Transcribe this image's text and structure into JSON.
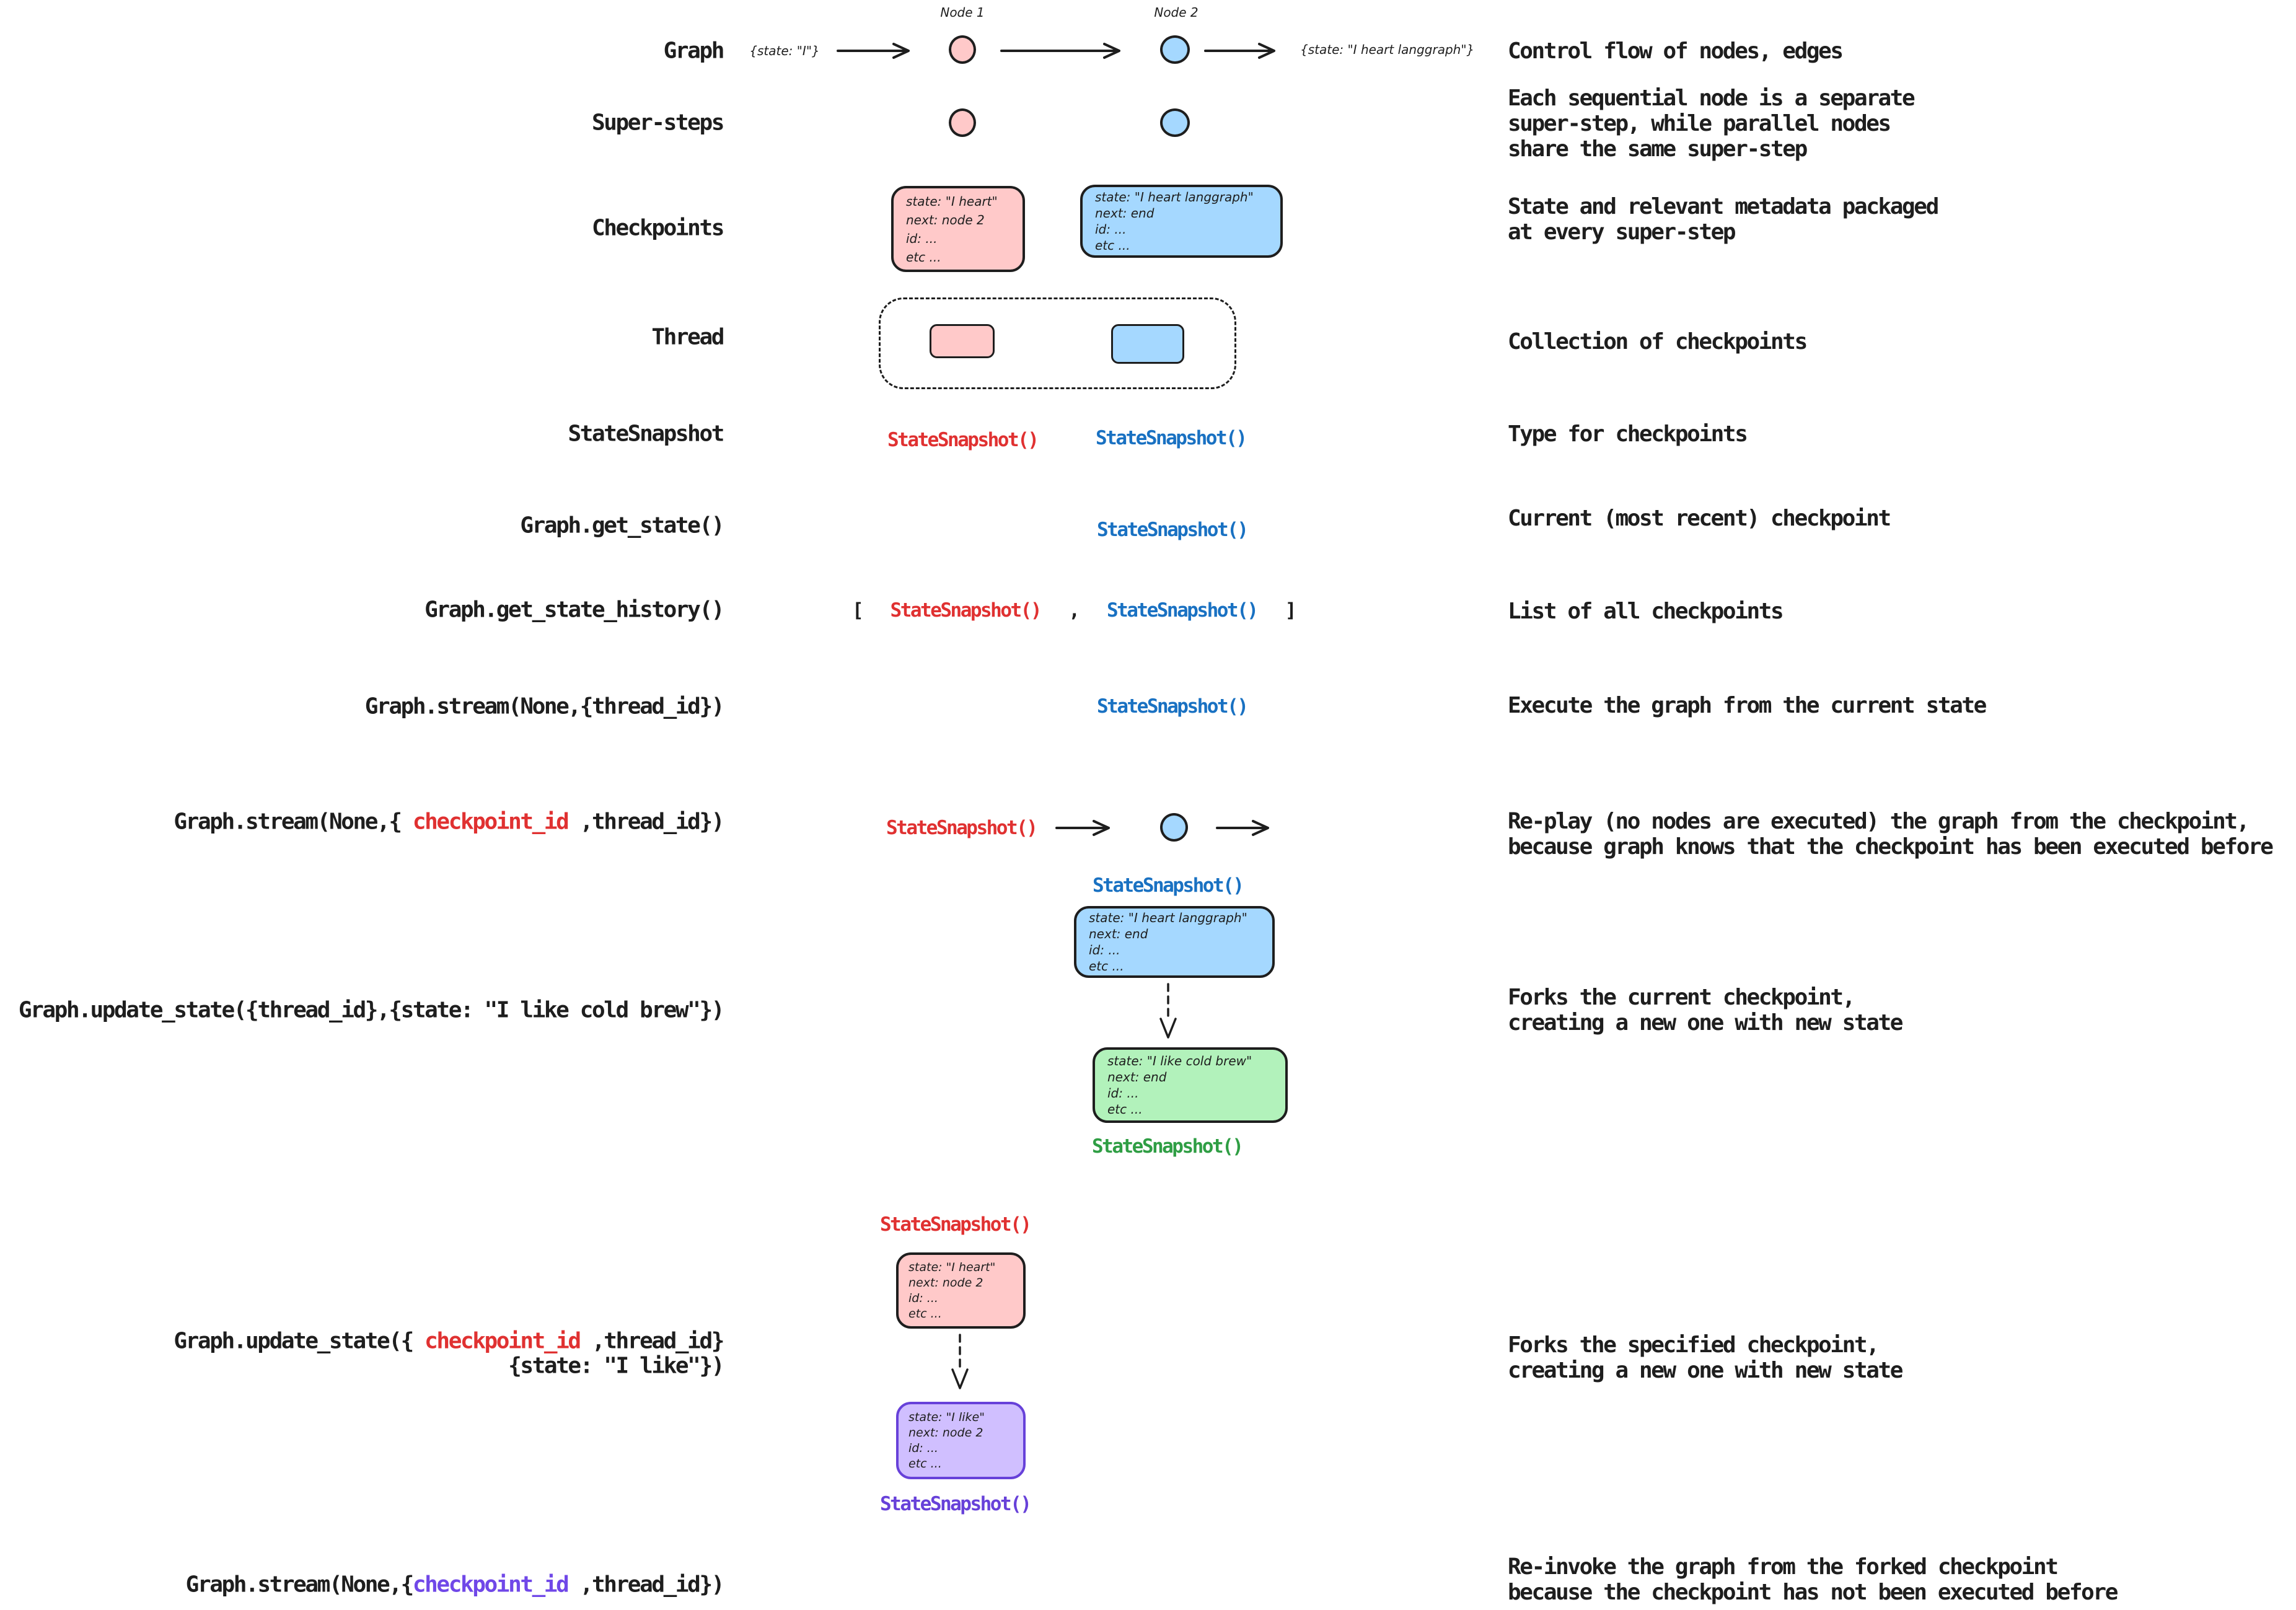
{
  "palette": {
    "ink": "#1e1e1e",
    "red": "#e03131",
    "blue": "#1971c2",
    "green": "#2f9e44",
    "violet": "#6741d9",
    "violet_bright": "#7048e8",
    "red_fill": "#ffc9c9",
    "blue_fill": "#a5d8ff",
    "green_fill": "#b2f2bb",
    "violet_fill": "#d0bfff"
  },
  "snippets": {
    "state_snapshot": "StateSnapshot()",
    "checkpoint_id": "checkpoint_id",
    "bracket_open": "[",
    "bracket_close": "]",
    "comma": ","
  },
  "flow": {
    "node1_label": "Node 1",
    "node2_label": "Node 2",
    "input_state": "{state: \"I\"}",
    "output_state": "{state: \"I heart langgraph\"}"
  },
  "cards": {
    "heart": {
      "lines": [
        "state: \"I heart\"",
        "next: node 2",
        "id: ...",
        "etc ..."
      ]
    },
    "heart_langgraph": {
      "lines": [
        "state: \"I heart langgraph\"",
        "next: end",
        "id: ...",
        "etc ..."
      ]
    },
    "cold_brew": {
      "lines": [
        "state: \"I like cold brew\"",
        "next: end",
        "id: ...",
        "etc ..."
      ]
    },
    "i_like": {
      "lines": [
        "state: \"I like\"",
        "next: node 2",
        "id: ...",
        "etc ..."
      ]
    }
  },
  "rows": [
    {
      "label": "Graph",
      "desc": [
        "Control flow of nodes, edges"
      ]
    },
    {
      "label": "Super-steps",
      "desc": [
        "Each sequential node is a separate",
        "super-step, while parallel nodes",
        "share the same super-step"
      ]
    },
    {
      "label": "Checkpoints",
      "desc": [
        "State and relevant metadata packaged",
        "at every super-step"
      ]
    },
    {
      "label": "Thread",
      "desc": [
        "Collection of checkpoints"
      ]
    },
    {
      "label": "StateSnapshot",
      "desc": [
        "Type for checkpoints"
      ]
    },
    {
      "label": "Graph.get_state()",
      "desc": [
        "Current (most recent) checkpoint"
      ]
    },
    {
      "label": "Graph.get_state_history()",
      "desc": [
        "List of all checkpoints"
      ]
    },
    {
      "label": "Graph.stream(None,{thread_id})",
      "desc": [
        "Execute the graph from the current state"
      ]
    },
    {
      "label_parts": [
        "Graph.stream(None,{ ",
        "checkpoint_id",
        " ,thread_id})"
      ],
      "desc": [
        "Re-play (no nodes are executed) the graph from the checkpoint,",
        "because graph knows that the checkpoint has been executed before"
      ]
    },
    {
      "label": "Graph.update_state({thread_id},{state: \"I like cold brew\"})",
      "desc": [
        "Forks the current checkpoint,",
        "creating a new one with new state"
      ]
    },
    {
      "line1_parts": [
        "Graph.update_state({ ",
        "checkpoint_id",
        " ,thread_id}"
      ],
      "line2": "{state: \"I like\"})",
      "desc": [
        "Forks the specified checkpoint,",
        "creating a new one with new state"
      ]
    },
    {
      "label_parts": [
        "Graph.stream(None,{",
        "checkpoint_id",
        " ,thread_id})"
      ],
      "desc": [
        "Re-invoke the graph from the forked checkpoint",
        "because the checkpoint has not been executed before"
      ]
    }
  ]
}
